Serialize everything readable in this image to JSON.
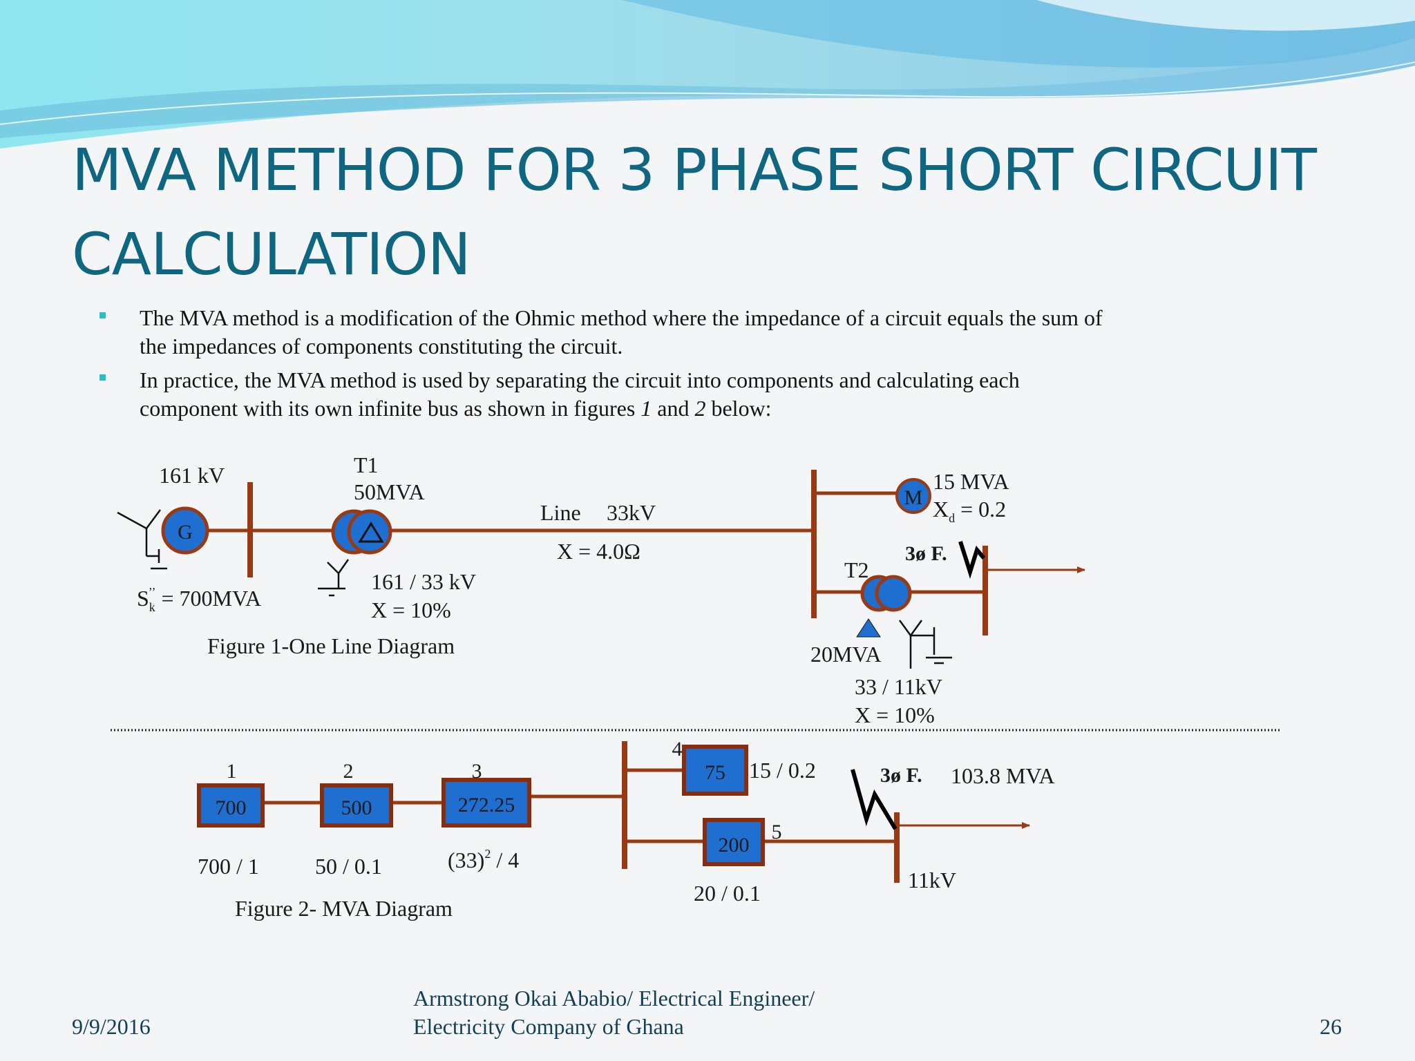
{
  "slide": {
    "title_line1": "MVA METHOD FOR 3 PHASE SHORT CIRCUIT",
    "title_line2": "CALCULATION",
    "bullets": [
      {
        "line1": "The MVA method is a modification of the Ohmic method where the impedance of a circuit equals the sum of",
        "line2": "the impedances of components constituting the circuit."
      },
      {
        "line1": "In practice, the MVA method is used by separating the circuit into components and calculating each",
        "line2_a": "component with its own infinite bus as shown in figures ",
        "line2_fig1": "1",
        "line2_and": " and ",
        "line2_fig2": "2",
        "line2_end": " below:"
      }
    ],
    "bullet_color": "#27c0c6",
    "title_color": "#0e6680"
  },
  "figure1": {
    "caption": "Figure 1-One Line Diagram",
    "source_voltage": "161 kV",
    "generator_letter": "G",
    "sk_S": "S",
    "sk_sub": "k",
    "sk_sup": "’’",
    "sk_value": " = 700MVA",
    "t1_name": "T1",
    "t1_rating": "50MVA",
    "t1_ratio": "161 / 33 kV",
    "t1_x": "X = 10%",
    "line_label": "Line",
    "line_voltage": "33kV",
    "line_x": "X = 4.0Ω",
    "motor_letter": "M",
    "motor_rating": "15 MVA",
    "motor_xd_X": "X",
    "motor_xd_sub": "d",
    "motor_xd_value": " = 0.2",
    "fault_label": "3ø F.",
    "t2_name": "T2",
    "t2_rating": "20MVA",
    "t2_ratio": "33 / 11kV",
    "t2_x": "X = 10%"
  },
  "figure2": {
    "caption": "Figure 2- MVA Diagram",
    "blocks": [
      {
        "number": "1",
        "value": "700",
        "formula": "700 / 1"
      },
      {
        "number": "2",
        "value": "500",
        "formula": "50 / 0.1"
      },
      {
        "number": "3",
        "value": "272.25",
        "formula_base": "(33)",
        "formula_sup": "2",
        "formula_rest": " / 4"
      },
      {
        "number": "4",
        "value": "75",
        "formula": "15 / 0.2"
      },
      {
        "number": "5",
        "value": "200",
        "formula": "20 / 0.1"
      }
    ],
    "fault_label": "3ø F.",
    "fault_result": "103.8 MVA",
    "bus_voltage": "11kV"
  },
  "footer": {
    "date": "9/9/2016",
    "author_line1": "Armstrong Okai Ababio/  Electrical Engineer/",
    "author_line2": "Electricity Company of Ghana",
    "page_number": "26"
  },
  "colors": {
    "conductor": "#9a3a12",
    "component_fill": "#1e6fcf",
    "block_border": "#8a2c0e"
  }
}
